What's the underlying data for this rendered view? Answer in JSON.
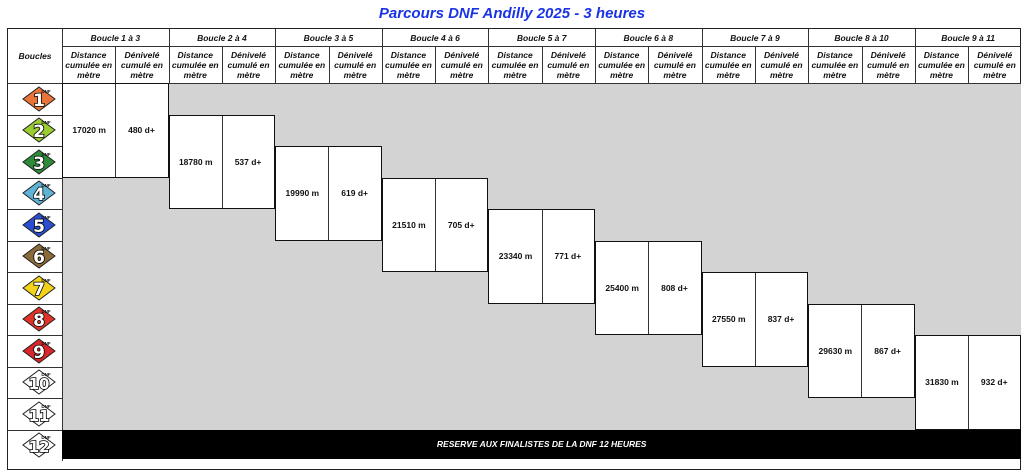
{
  "title": "Parcours DNF Andilly 2025 - 3 heures",
  "row_header": "Boucles",
  "col_sub_distance": "Distance cumulée en mètre",
  "col_sub_denivele": "Dénivelé cumulé en mètre",
  "groups": [
    {
      "label": "Boucle 1 à 3",
      "distance": "17020 m",
      "denivele": "480 d+"
    },
    {
      "label": "Boucle 2 à 4",
      "distance": "18780 m",
      "denivele": "537 d+"
    },
    {
      "label": "Boucle 3 à 5",
      "distance": "19990 m",
      "denivele": "619 d+"
    },
    {
      "label": "Boucle 4 à 6",
      "distance": "21510 m",
      "denivele": "705 d+"
    },
    {
      "label": "Boucle 5 à 7",
      "distance": "23340 m",
      "denivele": "771 d+"
    },
    {
      "label": "Boucle 6 à 8",
      "distance": "25400 m",
      "denivele": "808 d+"
    },
    {
      "label": "Boucle 7 à 9",
      "distance": "27550 m",
      "denivele": "837 d+"
    },
    {
      "label": "Boucle 8 à 10",
      "distance": "29630 m",
      "denivele": "867 d+"
    },
    {
      "label": "Boucle 9 à 11",
      "distance": "31830 m",
      "denivele": "932 d+"
    }
  ],
  "loops": [
    {
      "num": "1",
      "color": "#e8743a"
    },
    {
      "num": "2",
      "color": "#9acd32"
    },
    {
      "num": "3",
      "color": "#2e8b3a"
    },
    {
      "num": "4",
      "color": "#5fb4d6"
    },
    {
      "num": "5",
      "color": "#2a4fd0"
    },
    {
      "num": "6",
      "color": "#8b6a3a"
    },
    {
      "num": "7",
      "color": "#f2d21a"
    },
    {
      "num": "8",
      "color": "#e0342a"
    },
    {
      "num": "9",
      "color": "#d8262a"
    },
    {
      "num": "10",
      "color": "#ffffff"
    },
    {
      "num": "11",
      "color": "#ffffff"
    },
    {
      "num": "12",
      "color": "#ffffff"
    }
  ],
  "badge_tag": "DNF",
  "reserve": "RESERVE AUX FINALISTES DE LA DNF 12 HEURES"
}
